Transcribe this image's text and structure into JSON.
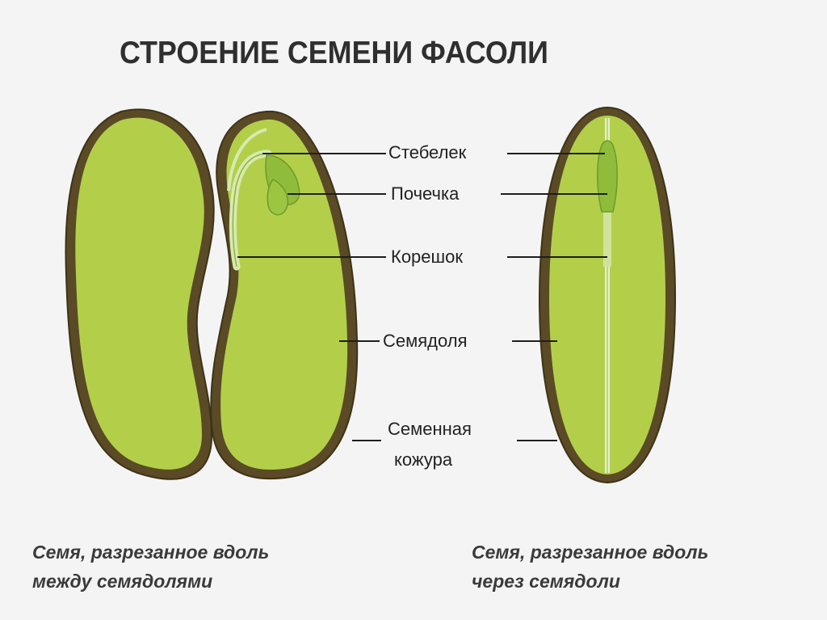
{
  "title": "СТРОЕНИЕ СЕМЕНИ ФАСОЛИ",
  "labels": {
    "stem": "Стебелек",
    "bud": "Почечка",
    "root": "Корешок",
    "cotyledon": "Семядоля",
    "seed_coat_line1": "Семенная",
    "seed_coat_line2": "кожура"
  },
  "captions": {
    "left_line1": "Семя, разрезанное вдоль",
    "left_line2": "между семядолями",
    "right_line1": "Семя, разрезанное вдоль",
    "right_line2": "через семядоли"
  },
  "colors": {
    "flesh": "#b3cf4a",
    "flesh_dark": "#a6c23d",
    "coat": "#5a4a25",
    "embryo_light": "#d6eab0",
    "leaf": "#8fbc3a",
    "text": "#222222"
  }
}
